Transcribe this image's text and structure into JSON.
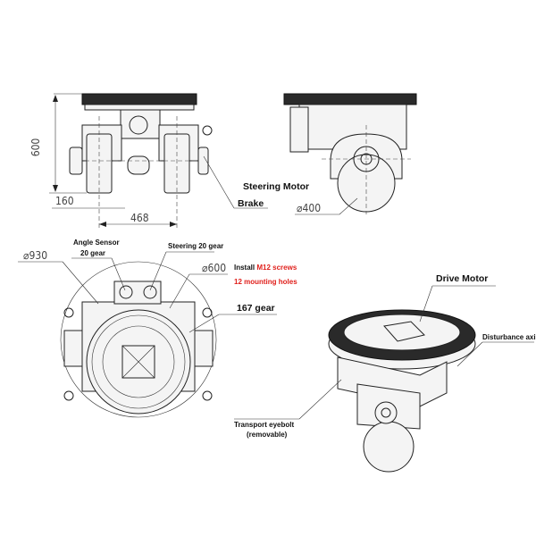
{
  "front_view": {
    "height_dim": "600",
    "offset_dim": "160",
    "wheel_spacing_dim": "468"
  },
  "side_view": {
    "steering_motor_label": "Steering Motor",
    "brake_label": "Brake",
    "wheel_dia_dim": "⌀400"
  },
  "top_view": {
    "outer_dia_dim": "⌀930",
    "angle_sensor_label_line1": "Angle Sensor",
    "angle_sensor_label_line2": "20 gear",
    "steering_gear_label": "Steering 20 gear",
    "bolt_circle_dim": "⌀600",
    "install_prefix": "Install ",
    "install_screws": "M12 screws",
    "mounting_holes": "12 mounting holes",
    "gear_label": "167 gear"
  },
  "iso_view": {
    "drive_motor_label": "Drive Motor",
    "disturbance_axis_label": "Disturbance axis",
    "eyebolt_label_line1": "Transport eyebolt",
    "eyebolt_label_line2": "(removable)"
  },
  "colors": {
    "annotation_red": "#e0201c",
    "line": "#222222"
  }
}
